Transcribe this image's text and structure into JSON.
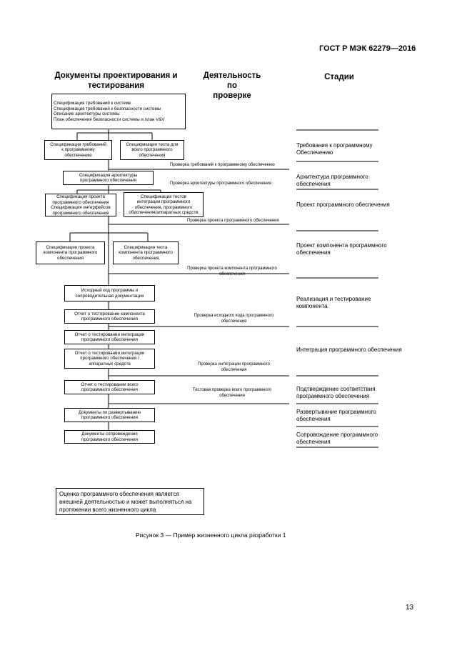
{
  "header": {
    "standard": "ГОСТ Р МЭК 62279—2016"
  },
  "columns": {
    "documents": "Документы проектирования и\nтестирования",
    "verification": "Деятельность по\nпроверке",
    "stages": "Стадии"
  },
  "boxes": {
    "system_specs": "Спецификация  требований к системе\nСпецификация требований к безопасности системы\nОписание архитектуры системы\nПлан обеспечения безопасности системы и план V&V",
    "sw_req_spec": "Спецификация требований\nк программному\nобеспечению",
    "sw_test_spec": "Спецификация теста для\nвсего программного\nобеспечения",
    "sw_arch_spec": "Спецификация архитектуры\nпрограммного обеспечения",
    "sw_design_spec": "Спецификация проекта\nпрограммного обеспечения\nСпецификация интерфейсов\nпрограммного обеспечения",
    "integration_test_spec": "Спецификация тестов\nинтеграции программного\nобеспечения, программного\nобеспечения/аппаратных средств",
    "component_design_spec": "Спецификация проекта\nкомпонента программного\nобеспечения",
    "component_test_spec": "Спецификация теста\nкомпонента программного\nобеспечения",
    "source_code": "Исходный код программы и\nсопроводительная документация",
    "component_test_report": "Отчет о тестировании компонента\nпрограммного обеспечения",
    "sw_integration_report": "Отчет о тестировании интеграции\nпрограммного обеспечения",
    "hw_integration_report": "Отчет о тестировании интеграции\nпрограммного обеспечения /\nаппаратных средств",
    "overall_test_report": "Отчет о тестировании всего\nпрограммного обеспечения",
    "deployment_docs": "Документы по развертыванию\nпрограммного обеспечения",
    "maintenance_docs": "Документы сопровождения\nпрограммного обеспечения"
  },
  "verifications": {
    "v1": "Проверка требований к программному обеспечению",
    "v2": "Проверка архитектуры программного обеспечения",
    "v3": "Проверка проекта программного обеспечения",
    "v4": "Проверка проекта компонента программного\nобеспечения",
    "v5": "Проверка исходного кода программного\nобеспечения",
    "v6": "Проверка интеграции программного\nобеспечения",
    "v7": "Тестовая проверка всего программного\nобеспечения"
  },
  "stages": {
    "s1": "Требования к программному\nОбеспечению",
    "s2": "Архитектура программного\nобеспечения",
    "s3": "Проект программного обеспечения",
    "s4": "Проект компонента программного\nобеспечения",
    "s5": "Реализация и тестирование\nкомпонента",
    "s6": "Интеграция программного обеспечения",
    "s7": "Подтверждение соответствия\nпрограммного обеспечения",
    "s8": "Развертывание программного\nобеспечения",
    "s9": "Сопровождение программного\nобеспечения"
  },
  "note": "Оценка программного обеспечения является\nвнешней деятельностью и может выполняться на\nпротяжении всего жизненного цикла",
  "caption": "Рисунок 3 — Пример жизненного цикла разработки 1",
  "page_number": "13"
}
